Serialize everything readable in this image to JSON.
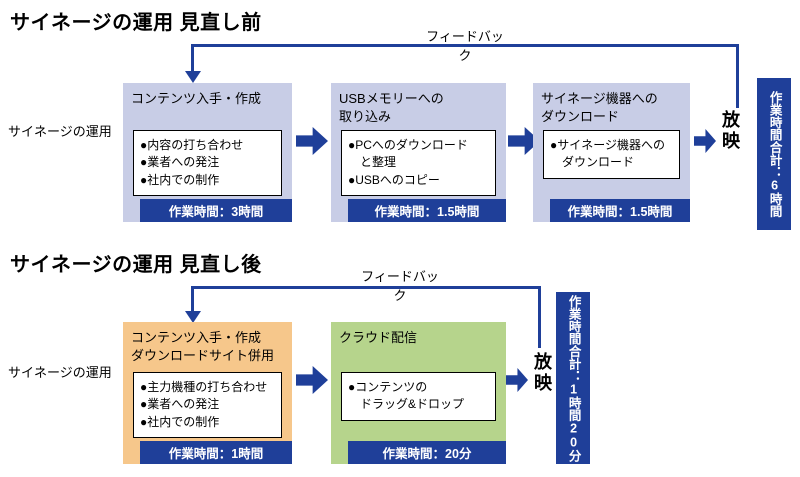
{
  "colors": {
    "dark_blue": "#1f3f99",
    "lavender": "#c8cde6",
    "orange": "#f6c78b",
    "green": "#b6d48c"
  },
  "before": {
    "title": "サイネージの運用 見直し前",
    "feedback_label": "フィードバック",
    "side_label": "サイネージの運用",
    "steps": [
      {
        "header": "コンテンツ入手・作成",
        "items": [
          "●内容の打ち合わせ",
          "●業者への発注",
          "●社内での制作"
        ],
        "time": "作業時間：3時間"
      },
      {
        "header": "USBメモリーへの\n取り込み",
        "items": [
          "●PCへのダウンロード\nと整理",
          "●USBへのコピー"
        ],
        "time": "作業時間：1.5時間"
      },
      {
        "header": "サイネージ機器への\nダウンロード",
        "items": [
          "●サイネージ機器への\nダウンロード"
        ],
        "time": "作業時間：1.5時間"
      }
    ],
    "output_label": "放映",
    "total": "作業時間合計：6時間"
  },
  "after": {
    "title": "サイネージの運用 見直し後",
    "feedback_label": "フィードバック",
    "side_label": "サイネージの運用",
    "steps": [
      {
        "header": "コンテンツ入手・作成\nダウンロードサイト併用",
        "items": [
          "●主力機種の打ち合わせ",
          "●業者への発注",
          "●社内での制作"
        ],
        "time": "作業時間：1時間"
      },
      {
        "header": "クラウド配信",
        "items": [
          "●コンテンツの\nドラッグ&ドロップ"
        ],
        "time": "作業時間：20分"
      }
    ],
    "output_label": "放映",
    "total": "作業時間合計：1時間20分"
  }
}
